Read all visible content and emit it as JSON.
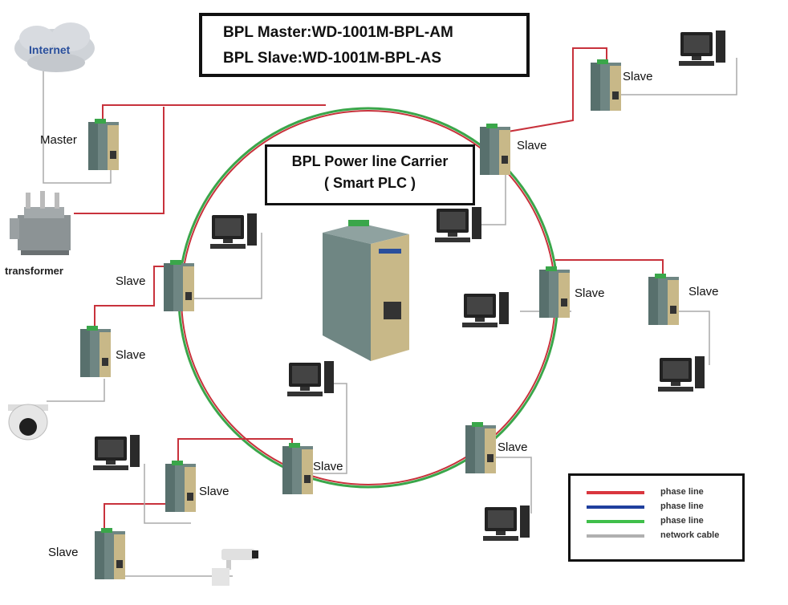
{
  "title": {
    "line1": "BPL Master:WD-1001M-BPL-AM",
    "line2": "BPL Slave:WD-1001M-BPL-AS"
  },
  "center_box": {
    "line1": "BPL Power line Carrier",
    "line2": "( Smart PLC )"
  },
  "labels": {
    "internet": "Internet",
    "master": "Master",
    "transformer": "transformer",
    "slave": "Slave"
  },
  "legend": [
    {
      "label": "phase line",
      "color": "#d9363e"
    },
    {
      "label": "phase line",
      "color": "#1f3f9e"
    },
    {
      "label": "phase line",
      "color": "#3fbf4a"
    },
    {
      "label": "network cable",
      "color": "#b0b0b0"
    }
  ],
  "colors": {
    "phase_red": "#c8323c",
    "phase_green": "#3aa64a",
    "network": "#aaaaaa",
    "device_body": "#7a8f8c",
    "device_front": "#c9b98a"
  }
}
